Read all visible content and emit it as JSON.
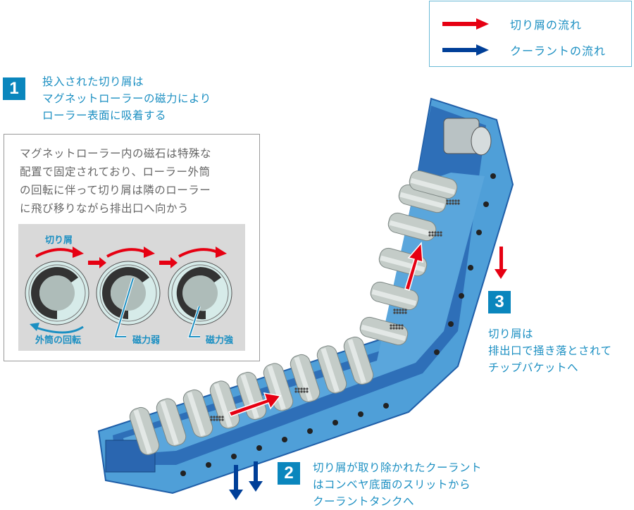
{
  "legend": {
    "chip_flow": "切り屑の流れ",
    "coolant_flow": "クーラントの流れ"
  },
  "steps": [
    {
      "number": "1",
      "lines": [
        "投入された切り屑は",
        "マグネットローラーの磁力により",
        "ローラー表面に吸着する"
      ]
    },
    {
      "number": "2",
      "lines": [
        "切り屑が取り除かれたクーラント",
        "はコンベヤ底面のスリットから",
        "クーラントタンクへ"
      ]
    },
    {
      "number": "3",
      "lines": [
        "切り屑は",
        "排出口で掻き落とされて",
        "チップバケットへ"
      ]
    }
  ],
  "explanation": {
    "lines": [
      "マグネットローラー内の磁石は特殊な",
      "配置で固定されており、ローラー外筒",
      "の回転に伴って切り屑は隣のローラー",
      "に飛び移りながら排出口へ向かう"
    ],
    "labels": {
      "chips": "切り屑",
      "outer_rotation": "外筒の回転",
      "weak": "磁力弱",
      "strong": "磁力強"
    }
  },
  "colors": {
    "chip_arrow": "#e60012",
    "coolant_arrow": "#003f98",
    "text_blue": "#1b8fc2",
    "conveyor_blue": "#4b9ad6",
    "conveyor_dark": "#1f5ea8"
  }
}
